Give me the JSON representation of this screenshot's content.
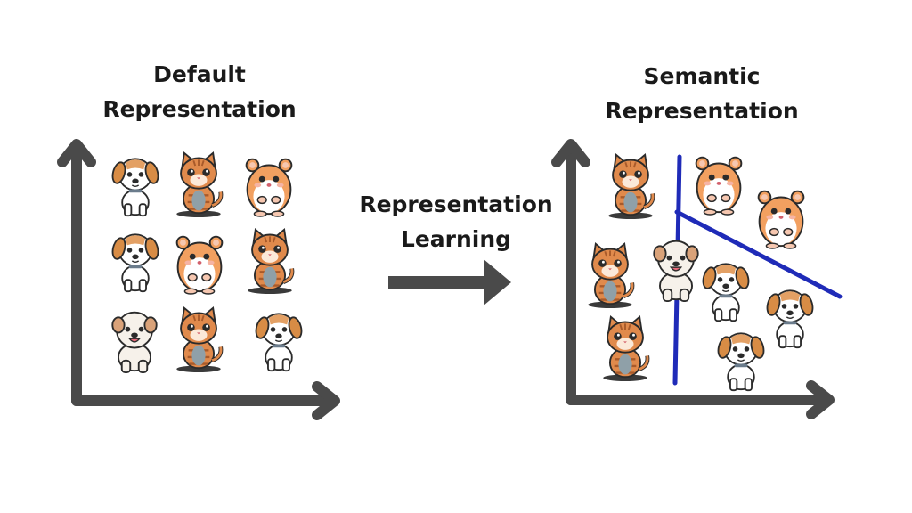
{
  "left_panel": {
    "title_line1": "Default",
    "title_line2": "Representation"
  },
  "right_panel": {
    "title_line1": "Semantic",
    "title_line2": "Representation"
  },
  "middle": {
    "label_line1": "Representation",
    "label_line2": "Learning"
  },
  "colors": {
    "axis": "#4a4a4a",
    "separator": "#1f2bb8",
    "cat_fur": "#e08a4c",
    "hamster_fur": "#f2a060",
    "dog_ear": "#d88c45"
  },
  "left_grid": [
    [
      "dog",
      "cat",
      "hamster"
    ],
    [
      "dog",
      "hamster",
      "cat"
    ],
    [
      "fluffy-dog",
      "cat",
      "dog"
    ]
  ],
  "right_clusters": {
    "cats": [
      "cat",
      "cat",
      "cat"
    ],
    "hamsters": [
      "hamster",
      "hamster"
    ],
    "dogs": [
      "fluffy-dog",
      "dog",
      "dog",
      "dog"
    ]
  }
}
